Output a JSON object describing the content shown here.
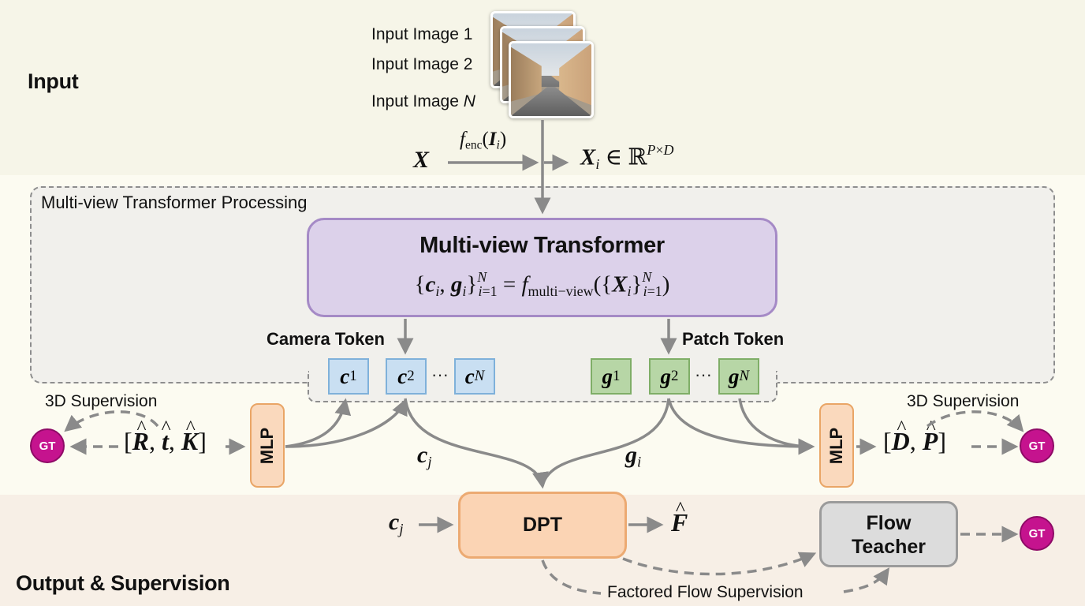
{
  "sections": {
    "input": "Input",
    "processing": "Multi-view Transformer Processing",
    "output": "Output & Supervision"
  },
  "input_images": [
    {
      "label": "Input Image 1"
    },
    {
      "label": "Input Image 2"
    },
    {
      "label_prefix": "Input Image ",
      "label_var": "N"
    }
  ],
  "encoder": {
    "input_symbol": "X",
    "function": "f_enc(I_i)",
    "output": "X_i ∈ ℝ^{P×D}"
  },
  "transformer": {
    "title": "Multi-view Transformer",
    "formula": "{c_i, g_i}_{i=1}^N = f_multi-view({X_i}_{i=1}^N)"
  },
  "tokens": {
    "camera_label": "Camera Token",
    "patch_label": "Patch Token",
    "camera": [
      "c1",
      "c2",
      "cN"
    ],
    "patch": [
      "g1",
      "g2",
      "gN"
    ],
    "ellipsis": "···"
  },
  "heads": {
    "mlp_label": "MLP",
    "camera_output": "[R̂, t̂, K̂]",
    "geometry_output": "[D̂, P̂]",
    "supervision_label": "3D Supervision",
    "gt_label": "GT"
  },
  "flow": {
    "cj_label": "c_j",
    "gi_label": "g_i",
    "dpt_label": "DPT",
    "flow_output": "F̂",
    "teacher_line1": "Flow",
    "teacher_line2": "Teacher",
    "supervision_label": "Factored Flow Supervision"
  },
  "colors": {
    "transformer_fill": "#dcd1ea",
    "camera_token": "#c9dff2",
    "patch_token": "#b7d6a6",
    "mlp_fill": "#fad9bd",
    "gt": "#c5138e",
    "teacher_fill": "#dcdcdc",
    "arrow": "#8a8a8a"
  }
}
